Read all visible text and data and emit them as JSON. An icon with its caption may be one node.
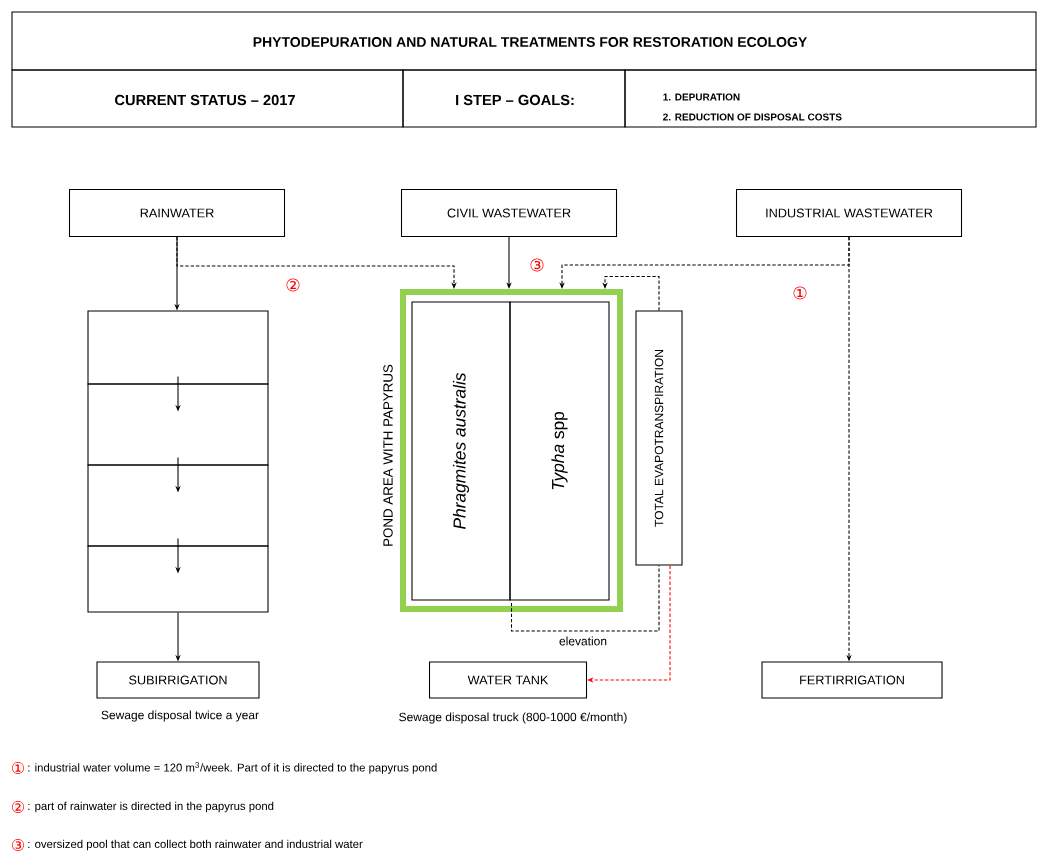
{
  "diagram": {
    "title": "PHYTODEPURATION AND NATURAL TREATMENTS FOR RESTORATION ECOLOGY",
    "nodes": [
      {
        "text": [
          "RAINWATER"
        ]
      },
      {
        "text": [
          "CIVIL WASTEWATER"
        ]
      },
      {
        "text": [
          "INDUSTRIAL WASTEWATER"
        ]
      },
      {
        "text": [],
        "shape": "box"
      },
      {
        "text": [],
        "shape": "box"
      },
      {
        "text": [],
        "shape": "box"
      },
      {
        "text": [],
        "shape": "box"
      },
      {
        "text": [
          "POND AREA WITH PAPYRUS"
        ]
      },
      {
        "text": [
          "Phragmites australis"
        ],
        "in": 7
      },
      {
        "text": [
          "*Typha* spp"
        ],
        "in": 7
      },
      {
        "text": [
          "TOTAL EVAPOTRANSPIRATION"
        ]
      },
      {
        "text": [
          "SUBIRRIGATION"
        ],
        "beside": [
          "Sewage disposal twice a year"
        ]
      },
      {
        "text": [
          "WATER TANK"
        ],
        "beside": [
          "Sewage disposal truck (800-1000 €/month)"
        ]
      },
      {
        "text": [
          "FERTIRRIGATION"
        ]
      }
    ],
    "edges": [
      {
        "from": 0,
        "to": 3,
        "arrow": "to"
      },
      {
        "from": 0,
        "to": 7,
        "arrow": "to",
        "style": "dashed"
      },
      {
        "from": 1,
        "to": 7,
        "arrow": "to"
      },
      {
        "from": 2,
        "to": 7,
        "arrow": "to",
        "style": "dashed"
      },
      {
        "from": 2,
        "to": 13,
        "arrow": "to",
        "style": "dashed"
      },
      {
        "from": 3,
        "to": 4,
        "arrow": "to"
      },
      {
        "from": 4,
        "to": 5,
        "arrow": "to"
      },
      {
        "from": 5,
        "to": 6,
        "arrow": "to"
      },
      {
        "from": 6,
        "to": 11,
        "arrow": "to"
      },
      {
        "from": 10,
        "to": 7,
        "arrow": "to",
        "style": "dashed"
      },
      {
        "from": 7,
        "to": 10,
        "arrow": "none",
        "style": "dashed",
        "label": "elevation"
      },
      {
        "from": 10,
        "to": 12,
        "arrow": "to",
        "style": "dashed",
        "color": "#ff0000"
      }
    ],
    "labels": [
      "CURRENT STATUS – 2017",
      "I STEP – GOALS:",
      "1. DEPURATION",
      "2. REDUCTION OF DISPOSAL COSTS",
      "③",
      "②",
      "①",
      "①",
      ": industrial water volume = 120 m$^{3}$/week. Part of it is directed to the papyrus pond",
      "②",
      ": part of rainwater is directed in the papyrus pond",
      "③",
      ": oversized pool that can collect both rainwater and industrial water"
    ]
  }
}
